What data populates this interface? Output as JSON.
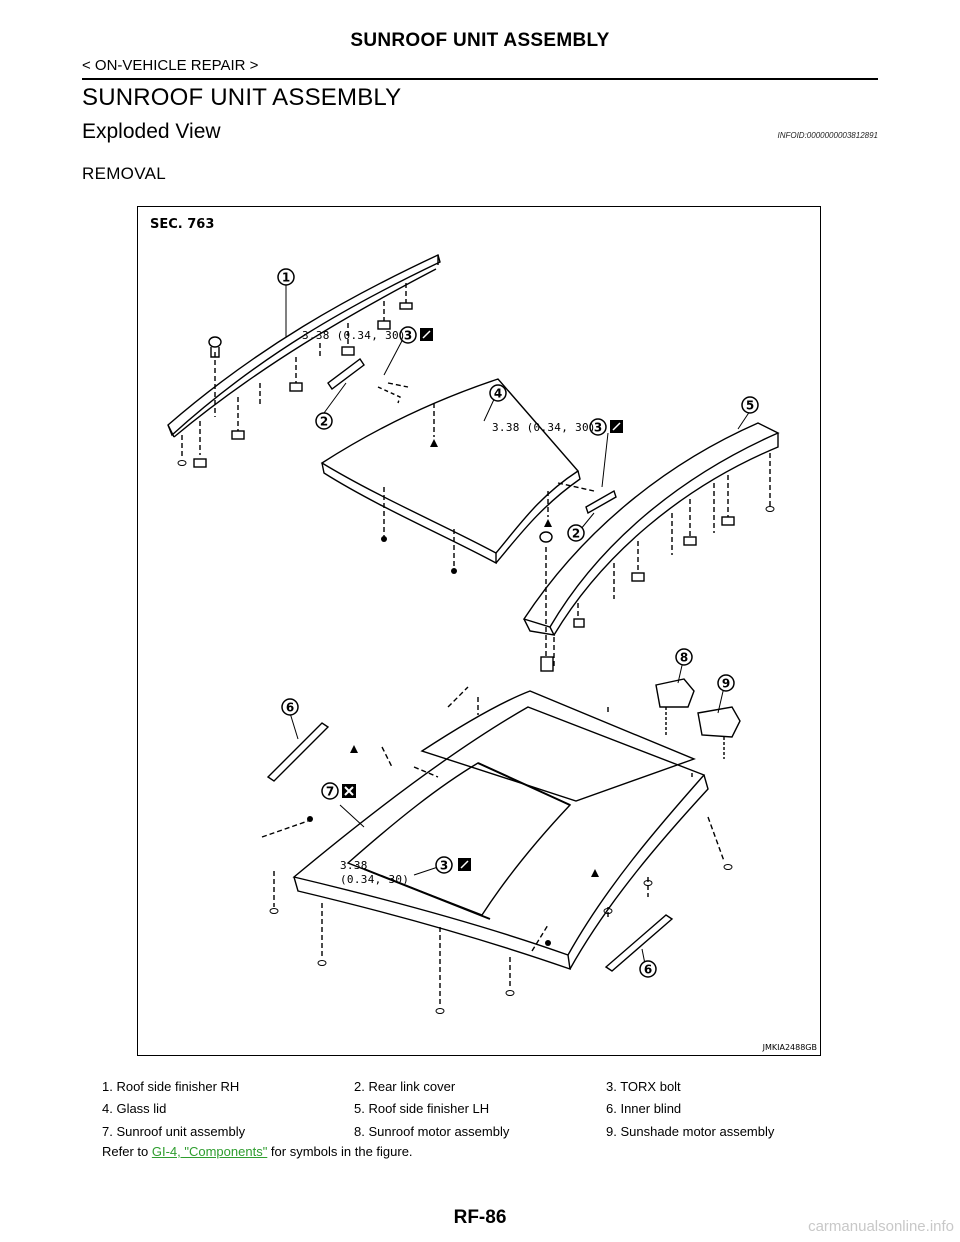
{
  "header": {
    "title": "SUNROOF UNIT ASSEMBLY",
    "breadcrumb": "< ON-VEHICLE REPAIR >"
  },
  "section": {
    "title": "SUNROOF UNIT ASSEMBLY",
    "subtitle": "Exploded View",
    "info_id": "INFOID:0000000003812891",
    "procedure": "REMOVAL"
  },
  "figure": {
    "sec_label": "SEC. 763",
    "code": "JMKIA2488GB",
    "callouts": [
      "1",
      "2",
      "3",
      "4",
      "5",
      "2",
      "3",
      "6",
      "7",
      "8",
      "9",
      "3",
      "6"
    ],
    "torque_spec_1": "3.38 (0.34, 30)",
    "torque_spec_2": "3.38 (0.34, 30)",
    "torque_spec_3a": "3.38",
    "torque_spec_3b": "(0.34, 30)"
  },
  "legend": {
    "items": [
      "1.  Roof side finisher RH",
      "2.  Rear link cover",
      "3.  TORX bolt",
      "4.  Glass lid",
      "5.  Roof side finisher LH",
      "6.  Inner blind",
      "7.  Sunroof unit assembly",
      "8.  Sunroof motor assembly",
      "9.  Sunshade motor assembly"
    ],
    "note_prefix": "Refer to ",
    "note_link": "GI-4, \"Components\"",
    "note_suffix": " for symbols in the figure."
  },
  "footer": {
    "page_number": "RF-86",
    "watermark": "carmanualsonline.info"
  }
}
